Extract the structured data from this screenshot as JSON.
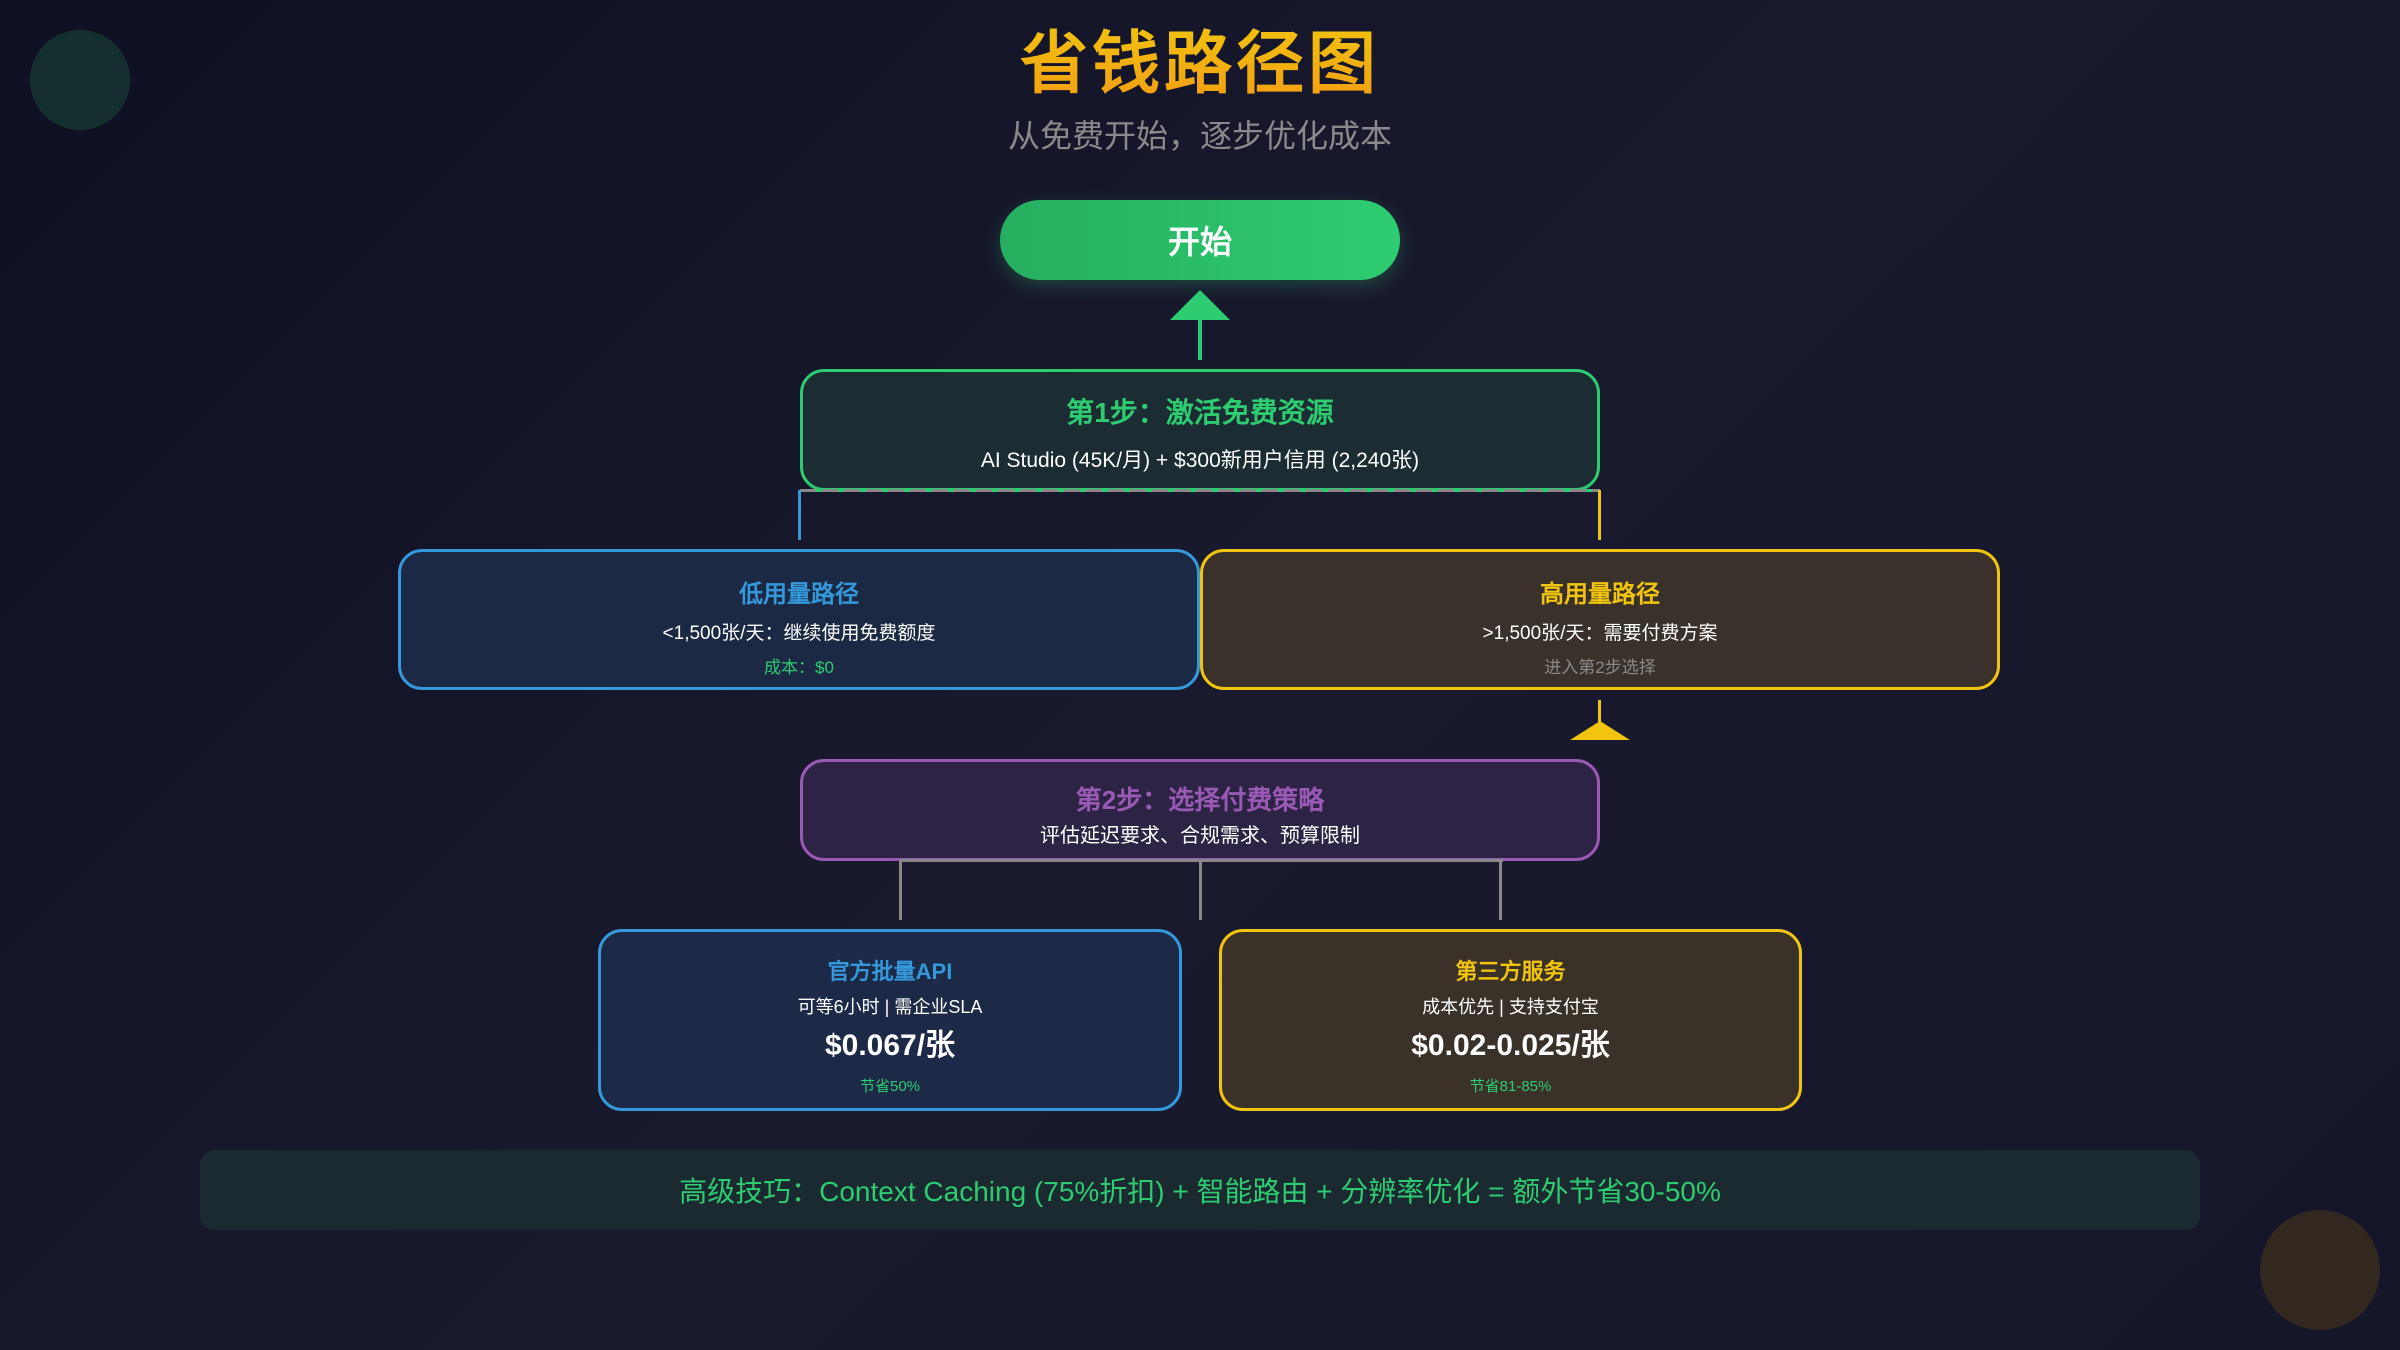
{
  "header": {
    "title": "省钱路径图",
    "subtitle": "从免费开始，逐步优化成本"
  },
  "start": {
    "label": "开始"
  },
  "step1": {
    "title": "第1步：激活免费资源",
    "description": "AI Studio (45K/月) + $300新用户信用 (2,240张)"
  },
  "paths": {
    "low": {
      "title": "低用量路径",
      "description": "<1,500张/天：继续使用免费额度",
      "note": "成本：$0"
    },
    "high": {
      "title": "高用量路径",
      "description": ">1,500张/天：需要付费方案",
      "note": "进入第2步选择"
    }
  },
  "step2": {
    "title": "第2步：选择付费策略",
    "description": "评估延迟要求、合规需求、预算限制"
  },
  "options": {
    "official": {
      "title": "官方批量API",
      "description": "可等6小时 | 需企业SLA",
      "price": "$0.067/张",
      "savings": "节省50%"
    },
    "third_party": {
      "title": "第三方服务",
      "description": "成本优先 | 支持支付宝",
      "price": "$0.02-0.025/张",
      "savings": "节省81-85%"
    }
  },
  "tips": {
    "text": "高级技巧：Context Caching (75%折扣) + 智能路由 + 分辨率优化 = 额外节省30-50%"
  },
  "colors": {
    "green": "#2ecc71",
    "blue": "#3498db",
    "yellow": "#f1c40f",
    "orange": "#f39c12",
    "purple": "#9b59b6",
    "gray": "#888888",
    "background": "#1a1a2e"
  }
}
